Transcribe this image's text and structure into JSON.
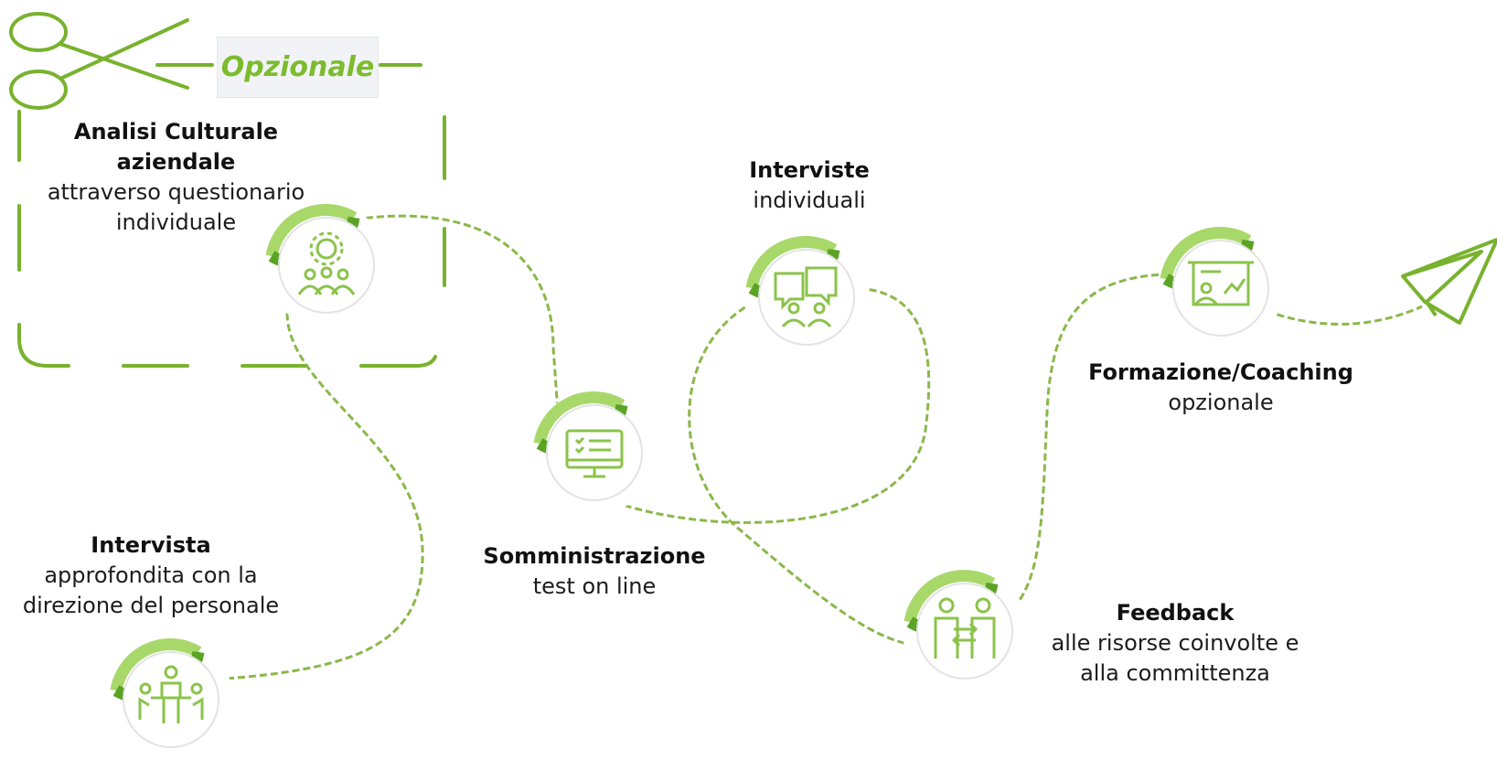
{
  "optional_tag": "Opzionale",
  "colors": {
    "accent": "#78b22e",
    "accent_dark": "#4e8a1c",
    "path": "#8ab84a"
  },
  "steps": [
    {
      "title": "Analisi Culturale aziendale",
      "title_lines": [
        "Analisi Culturale",
        "aziendale"
      ],
      "subtitle_lines": [
        "attraverso questionario",
        "individuale"
      ],
      "icon": "team-gear-icon"
    },
    {
      "title": "Intervista",
      "title_lines": [
        "Intervista"
      ],
      "subtitle_lines": [
        "approfondita con la",
        "direzione del personale"
      ],
      "icon": "meeting-table-icon"
    },
    {
      "title": "Somministrazione",
      "title_lines": [
        "Somministrazione"
      ],
      "subtitle_lines": [
        "test on line"
      ],
      "icon": "monitor-checklist-icon"
    },
    {
      "title": "Interviste",
      "title_lines": [
        "Interviste"
      ],
      "subtitle_lines": [
        "individuali"
      ],
      "icon": "chat-people-icon"
    },
    {
      "title": "Feedback",
      "title_lines": [
        "Feedback"
      ],
      "subtitle_lines": [
        "alle risorse coinvolte e",
        "alla committenza"
      ],
      "icon": "exchange-people-icon"
    },
    {
      "title": "Formazione/Coaching",
      "title_lines": [
        "Formazione/Coaching"
      ],
      "subtitle_lines": [
        "opzionale"
      ],
      "icon": "presentation-board-icon"
    }
  ],
  "decorations": {
    "scissors_icon": "scissors-icon",
    "end_icon": "paper-plane-icon"
  }
}
